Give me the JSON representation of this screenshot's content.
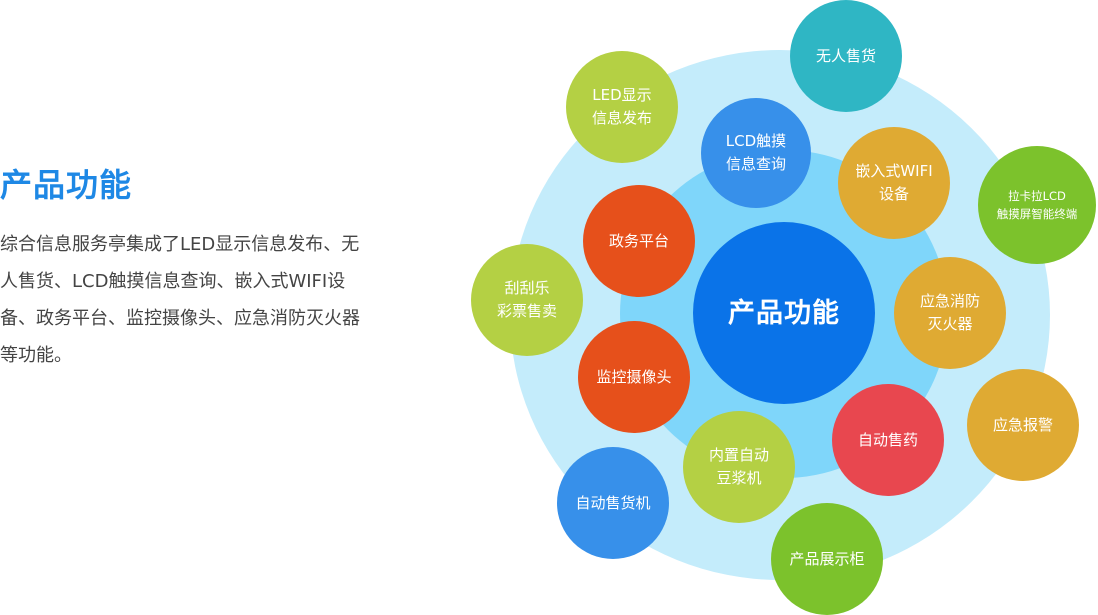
{
  "heading": "产品功能",
  "description": "综合信息服务亭集成了LED显示信息发布、无人售货、LCD触摸信息查询、嵌入式WIFI设备、政务平台、监控摄像头、应急消防灭火器等功能。",
  "center": {
    "label": "产品功能",
    "color": "#0a73e8"
  },
  "nodes": [
    {
      "label": "LED显示\n信息发布",
      "color": "#b4d044"
    },
    {
      "label": "无人售货",
      "color": "#2fb6c4"
    },
    {
      "label": "LCD触摸\n信息查询",
      "color": "#3790ea"
    },
    {
      "label": "嵌入式WIFI\n设备",
      "color": "#dfaa33"
    },
    {
      "label": "拉卡拉LCD\n触摸屏智能终端",
      "color": "#7cc22c"
    },
    {
      "label": "政务平台",
      "color": "#e6501b"
    },
    {
      "label": "刮刮乐\n彩票售卖",
      "color": "#b4d044"
    },
    {
      "label": "应急消防\n灭火器",
      "color": "#dfaa33"
    },
    {
      "label": "监控摄像头",
      "color": "#e6501b"
    },
    {
      "label": "自动售药",
      "color": "#e8474f"
    },
    {
      "label": "应急报警",
      "color": "#dfaa33"
    },
    {
      "label": "内置自动\n豆浆机",
      "color": "#b4d044"
    },
    {
      "label": "自动售货机",
      "color": "#3790ea"
    },
    {
      "label": "产品展示柜",
      "color": "#7cc22c"
    }
  ]
}
